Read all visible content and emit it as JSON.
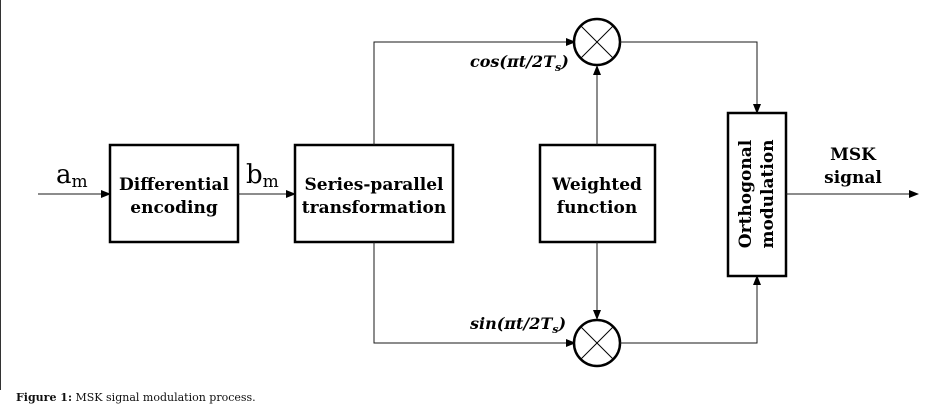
{
  "diagram": {
    "input_signal": {
      "main": "a",
      "sub": "m"
    },
    "intermediate_signal": {
      "main": "b",
      "sub": "m"
    },
    "blocks": {
      "differential": {
        "line1": "Differential",
        "line2": "encoding"
      },
      "series_parallel": {
        "line1": "Series-parallel",
        "line2": "transformation"
      },
      "weighted": {
        "line1": "Weighted",
        "line2": "function"
      },
      "orthogonal": {
        "line1": "Orthogonal",
        "line2": "modulation"
      }
    },
    "carriers": {
      "cos": {
        "prefix": "cos(πt/2T",
        "sub": "s",
        "suffix": ")"
      },
      "sin": {
        "prefix": "sin(πt/2T",
        "sub": "s",
        "suffix": ")"
      }
    },
    "output": {
      "line1": "MSK",
      "line2": "signal"
    }
  },
  "caption": {
    "label": "Figure 1:",
    "text": " MSK signal modulation process."
  },
  "colors": {
    "stroke": "#000000",
    "wire": "#1a1a1a",
    "background": "#ffffff"
  }
}
